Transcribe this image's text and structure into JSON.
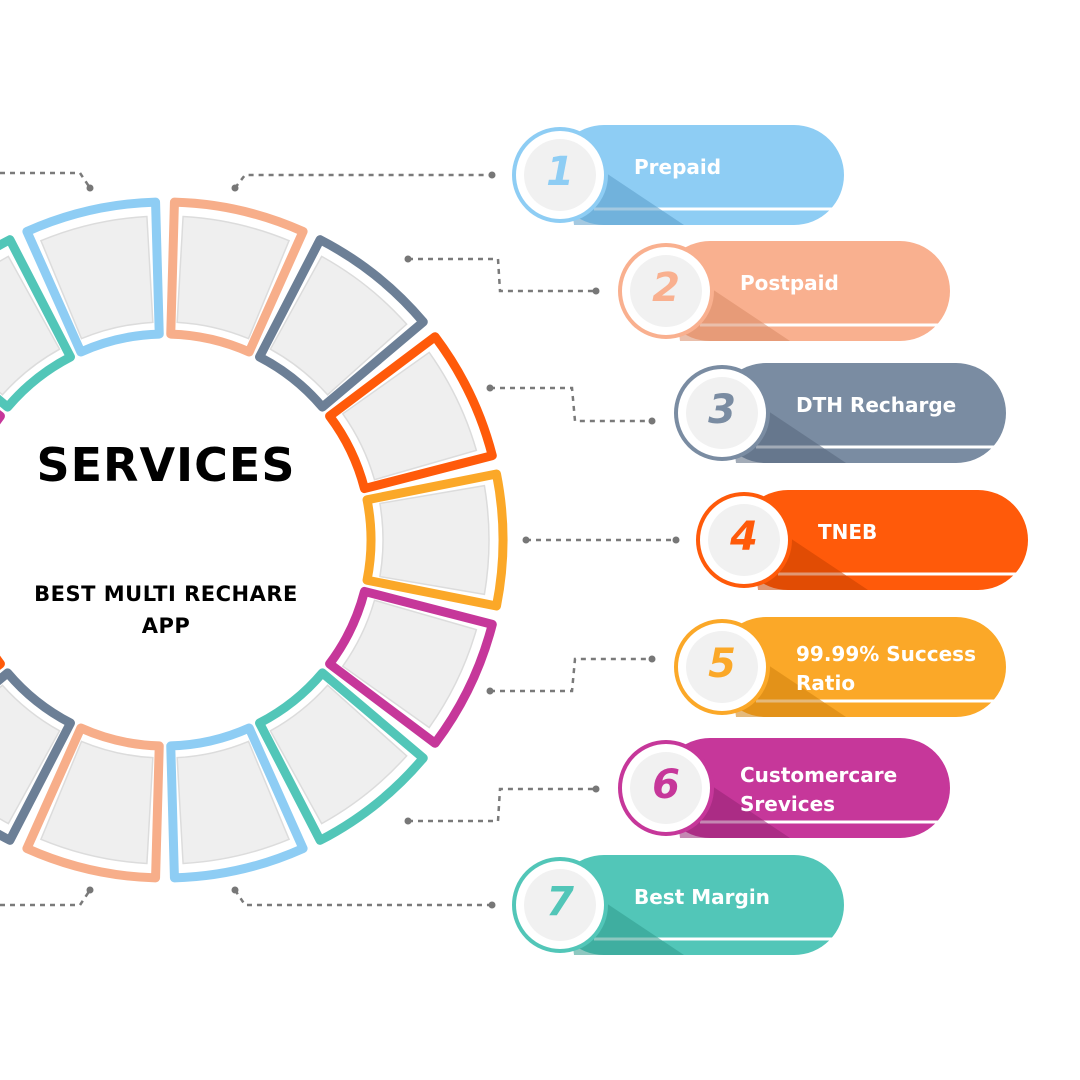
{
  "title": "SERVICES",
  "subtitle": "BEST MULTI RECHARE APP",
  "ring_colors": [
    "#8ecdf4",
    "#f7ae8a",
    "#6c7f96",
    "#ff5a0a",
    "#fba828",
    "#c6379a",
    "#52c6b8"
  ],
  "services": [
    {
      "number": "1",
      "label": "Prepaid",
      "color": "#8ecdf4",
      "dark": "#5a9dc8"
    },
    {
      "number": "2",
      "label": "Postpaid",
      "color": "#f9b08f",
      "dark": "#d98a66"
    },
    {
      "number": "3",
      "label": "DTH Recharge",
      "color": "#7a8ca2",
      "dark": "#55667c"
    },
    {
      "number": "4",
      "label": "TNEB",
      "color": "#ff5a0a",
      "dark": "#c94200"
    },
    {
      "number": "5",
      "label": "99.99% Success Ratio",
      "color": "#fba828",
      "dark": "#cf7f0c"
    },
    {
      "number": "6",
      "label": "Customercare Srevices",
      "color": "#c6379a",
      "dark": "#962574"
    },
    {
      "number": "7",
      "label": "Best Margin",
      "color": "#52c6b8",
      "dark": "#2f9a8c"
    }
  ]
}
